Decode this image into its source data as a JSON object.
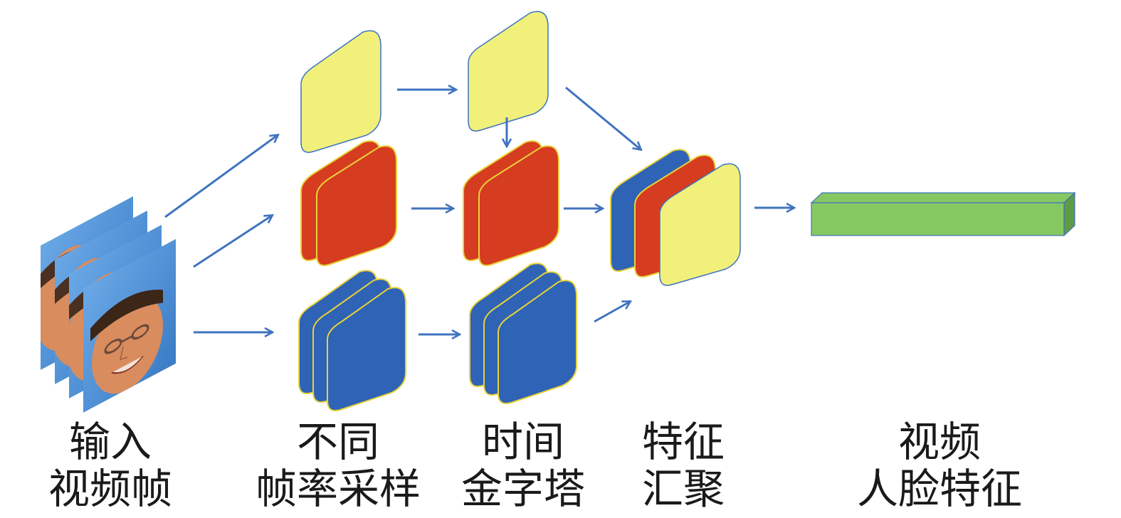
{
  "labels": {
    "input": {
      "line1": "输入",
      "line2": "视频帧"
    },
    "sampling": {
      "line1": "不同",
      "line2": "帧率采样"
    },
    "pyramid": {
      "line1": "时间",
      "line2": "金字塔"
    },
    "aggregation": {
      "line1": "特征",
      "line2": "汇聚"
    },
    "output": {
      "line1": "视频",
      "line2": "人脸特征"
    }
  },
  "colors": {
    "yellow": "#f1f07a",
    "red": "#d63c1f",
    "blue": "#2f63b5",
    "green": "#86c862",
    "arrow": "#3f73bf",
    "outline": "#e8d23a",
    "face_bg": "#4f93d6",
    "skin": "#d98c5e"
  }
}
